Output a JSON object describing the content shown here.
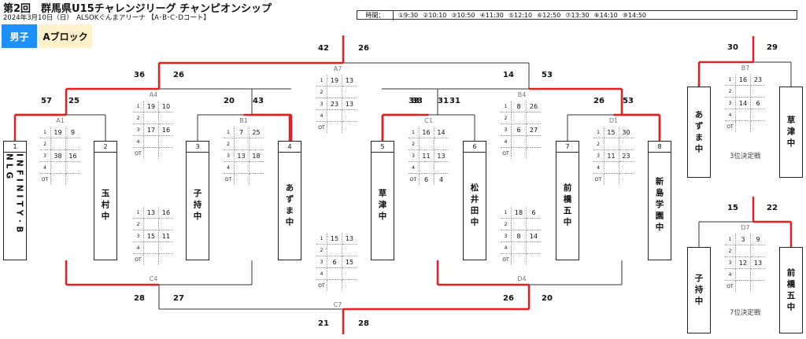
{
  "header": {
    "title": "第2回　群馬県U15チャレンジリーグ チャンピオンシップ",
    "subtitle": "2024年3月10日（日）　ALSOKぐんまアリーナ 【A･B･C･Dコート】",
    "times_label": "時間：",
    "times": [
      "①9:30",
      "②10:10",
      "③10:50",
      "④11:30",
      "⑤12:10",
      "⑥12:50",
      "⑦13:30",
      "⑧14:10",
      "⑨14:50"
    ]
  },
  "tabs": {
    "gender": "男子",
    "block": "Aブロック"
  },
  "teams": [
    {
      "num": "1",
      "name": "INFINITY･B NLG"
    },
    {
      "num": "2",
      "name": "玉村中"
    },
    {
      "num": "3",
      "name": "子持中"
    },
    {
      "num": "4",
      "name": "あずま中"
    },
    {
      "num": "5",
      "name": "草津中"
    },
    {
      "num": "6",
      "name": "松井田中"
    },
    {
      "num": "7",
      "name": "前橋五中"
    },
    {
      "num": "8",
      "name": "新島学園中"
    }
  ],
  "side_teams": {
    "b7_left": "あずま中",
    "b7_right": "草津中",
    "d7_left": "子持中",
    "d7_right": "前橋五中"
  },
  "place_labels": {
    "third": "3位決定戦",
    "seventh": "7位決定戦"
  },
  "period_labels": [
    "1",
    "2",
    "3",
    "4",
    "OT"
  ],
  "matches": [
    {
      "id": "A1",
      "top": [
        "57",
        "25"
      ],
      "periods": [
        [
          "19",
          "9"
        ],
        [
          "",
          ""
        ],
        [
          "38",
          "16"
        ],
        [
          "",
          ""
        ],
        [
          "",
          ""
        ]
      ]
    },
    {
      "id": "B1",
      "top": [
        "20",
        "43"
      ],
      "periods": [
        [
          "7",
          "25"
        ],
        [
          "",
          ""
        ],
        [
          "13",
          "18"
        ],
        [
          "",
          ""
        ],
        [
          "",
          ""
        ]
      ]
    },
    {
      "id": "C1",
      "top": [
        "33",
        "31"
      ],
      "periods": [
        [
          "16",
          "14"
        ],
        [
          "",
          ""
        ],
        [
          "11",
          "13"
        ],
        [
          "",
          ""
        ],
        [
          "6",
          "4"
        ]
      ]
    },
    {
      "id": "D1",
      "top": [
        "26",
        "53"
      ],
      "periods": [
        [
          "15",
          "30"
        ],
        [
          "",
          ""
        ],
        [
          "11",
          "23"
        ],
        [
          "",
          ""
        ],
        [
          "",
          ""
        ]
      ]
    },
    {
      "id": "A4",
      "top": [
        "36",
        "26"
      ],
      "periods": [
        [
          "19",
          "10"
        ],
        [
          "",
          ""
        ],
        [
          "17",
          "16"
        ],
        [
          "",
          ""
        ],
        [
          "",
          ""
        ]
      ]
    },
    {
      "id": "B4",
      "top": [
        "14",
        "53"
      ],
      "periods": [
        [
          "8",
          "26"
        ],
        [
          "",
          ""
        ],
        [
          "6",
          "27"
        ],
        [
          "",
          ""
        ],
        [
          "",
          ""
        ]
      ]
    },
    {
      "id": "A7",
      "top": [
        "42",
        "26"
      ],
      "periods": [
        [
          "19",
          "13"
        ],
        [
          "",
          ""
        ],
        [
          "23",
          "13"
        ],
        [
          "",
          ""
        ],
        [
          "",
          ""
        ]
      ]
    },
    {
      "id": "C4",
      "bottom": [
        "28",
        "27"
      ],
      "periods": [
        [
          "13",
          "16"
        ],
        [
          "",
          ""
        ],
        [
          "15",
          "11"
        ],
        [
          "",
          ""
        ],
        [
          "",
          ""
        ]
      ]
    },
    {
      "id": "D4",
      "bottom": [
        "26",
        "20"
      ],
      "periods": [
        [
          "18",
          "6"
        ],
        [
          "",
          ""
        ],
        [
          "8",
          "14"
        ],
        [
          "",
          ""
        ],
        [
          "",
          ""
        ]
      ]
    },
    {
      "id": "C7",
      "bottom": [
        "21",
        "28"
      ],
      "periods": [
        [
          "15",
          "13"
        ],
        [
          "",
          ""
        ],
        [
          "6",
          "15"
        ],
        [
          "",
          ""
        ],
        [
          "",
          ""
        ]
      ]
    },
    {
      "id": "B7",
      "top": [
        "30",
        "29"
      ],
      "periods": [
        [
          "16",
          "23"
        ],
        [
          "",
          ""
        ],
        [
          "14",
          "6"
        ],
        [
          "",
          ""
        ],
        [
          "",
          ""
        ]
      ]
    },
    {
      "id": "D7",
      "top": [
        "15",
        "22"
      ],
      "periods": [
        [
          "3",
          "9"
        ],
        [
          "",
          ""
        ],
        [
          "12",
          "13"
        ],
        [
          "",
          ""
        ],
        [
          "",
          ""
        ]
      ]
    }
  ],
  "colors": {
    "win_line": "#e02020",
    "line": "#333333",
    "tab_gender_bg": "#1e90ff",
    "tab_block_bg": "#fff1cc"
  }
}
